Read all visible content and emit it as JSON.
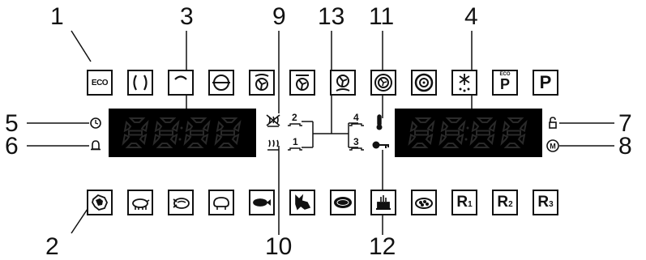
{
  "callouts": {
    "n1": "1",
    "n2": "2",
    "n3": "3",
    "n4": "4",
    "n5": "5",
    "n6": "6",
    "n7": "7",
    "n8": "8",
    "n9": "9",
    "n10": "10",
    "n11": "11",
    "n12": "12",
    "n13": "13"
  },
  "top_row": {
    "eco_label": "ECO",
    "p_eco_small": "ECO",
    "p_eco_letter": "P",
    "p_letter": "P"
  },
  "bottom_row": {
    "r1_letter": "R",
    "r1_sub": "1",
    "r2_letter": "R",
    "r2_sub": "2",
    "r3_letter": "R",
    "r3_sub": "3"
  },
  "levels": {
    "l1": "1",
    "l2": "2",
    "l3": "3",
    "l4": "4"
  },
  "icons": [
    "eco-icon",
    "conventional-heat-icon",
    "top-heat-icon",
    "grill-icon",
    "fan-grill-icon",
    "fan-heat-icon",
    "fan-bottom-heat-icon",
    "ring-heat-icon",
    "pizza-heat-icon",
    "defrost-icon",
    "p-eco-icon",
    "p-icon",
    "beef-icon",
    "pork-icon",
    "poultry-icon",
    "lamb-icon",
    "fish-icon",
    "game-icon",
    "pizza-icon",
    "cake-icon",
    "casserole-icon",
    "r1-icon",
    "r2-icon",
    "r3-icon",
    "clock-icon",
    "bell-icon",
    "child-lock-icon",
    "memory-icon",
    "no-preheat-icon",
    "preheat-icon",
    "thermometer-icon",
    "key-icon"
  ],
  "colors": {
    "display_bg": "#000000",
    "segment": "#2a2a2a",
    "ink": "#111111"
  }
}
